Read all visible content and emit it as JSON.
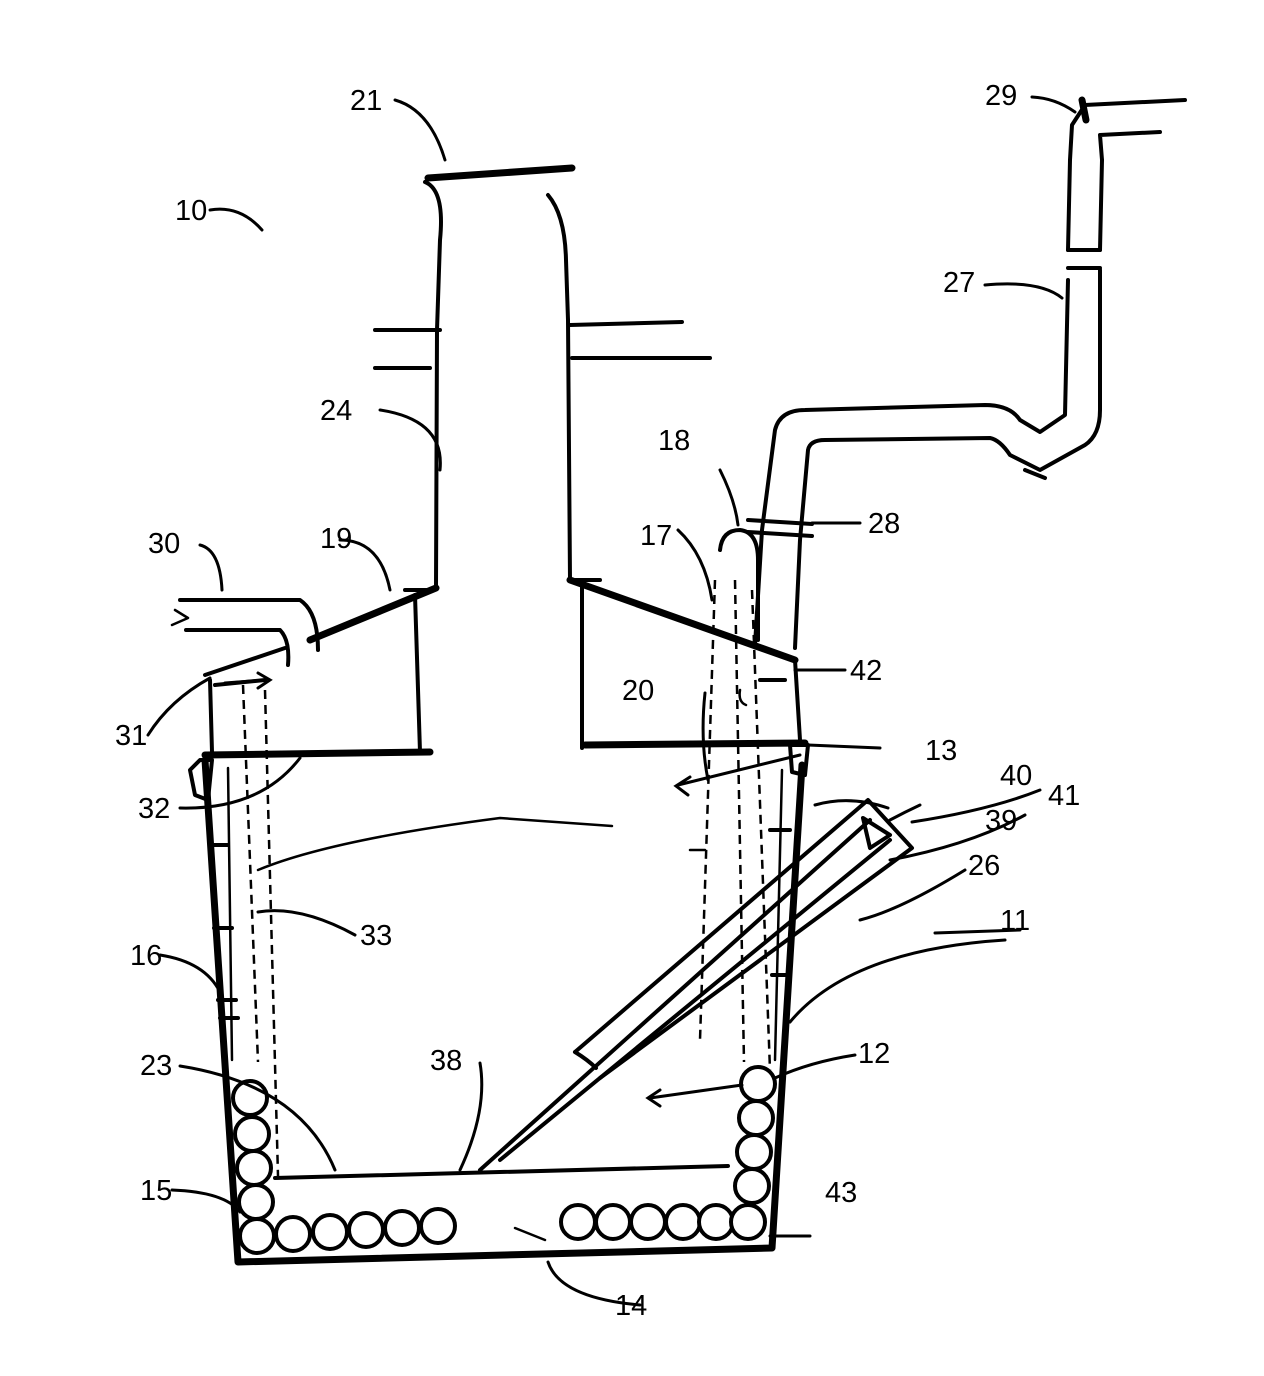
{
  "labels": [
    {
      "id": "10",
      "text": "10"
    },
    {
      "id": "11",
      "text": "11"
    },
    {
      "id": "12",
      "text": "12"
    },
    {
      "id": "13",
      "text": "13"
    },
    {
      "id": "14",
      "text": "14"
    },
    {
      "id": "15",
      "text": "15"
    },
    {
      "id": "16",
      "text": "16"
    },
    {
      "id": "17",
      "text": "17"
    },
    {
      "id": "18",
      "text": "18"
    },
    {
      "id": "19",
      "text": "19"
    },
    {
      "id": "20",
      "text": "20"
    },
    {
      "id": "21",
      "text": "21"
    },
    {
      "id": "23",
      "text": "23"
    },
    {
      "id": "24",
      "text": "24"
    },
    {
      "id": "26",
      "text": "26"
    },
    {
      "id": "27",
      "text": "27"
    },
    {
      "id": "28",
      "text": "28"
    },
    {
      "id": "29",
      "text": "29"
    },
    {
      "id": "30",
      "text": "30"
    },
    {
      "id": "31",
      "text": "31"
    },
    {
      "id": "32",
      "text": "32"
    },
    {
      "id": "33",
      "text": "33"
    },
    {
      "id": "38",
      "text": "38"
    },
    {
      "id": "39",
      "text": "39"
    },
    {
      "id": "40",
      "text": "40"
    },
    {
      "id": "41",
      "text": "41"
    },
    {
      "id": "42",
      "text": "42"
    },
    {
      "id": "43",
      "text": "43"
    }
  ]
}
